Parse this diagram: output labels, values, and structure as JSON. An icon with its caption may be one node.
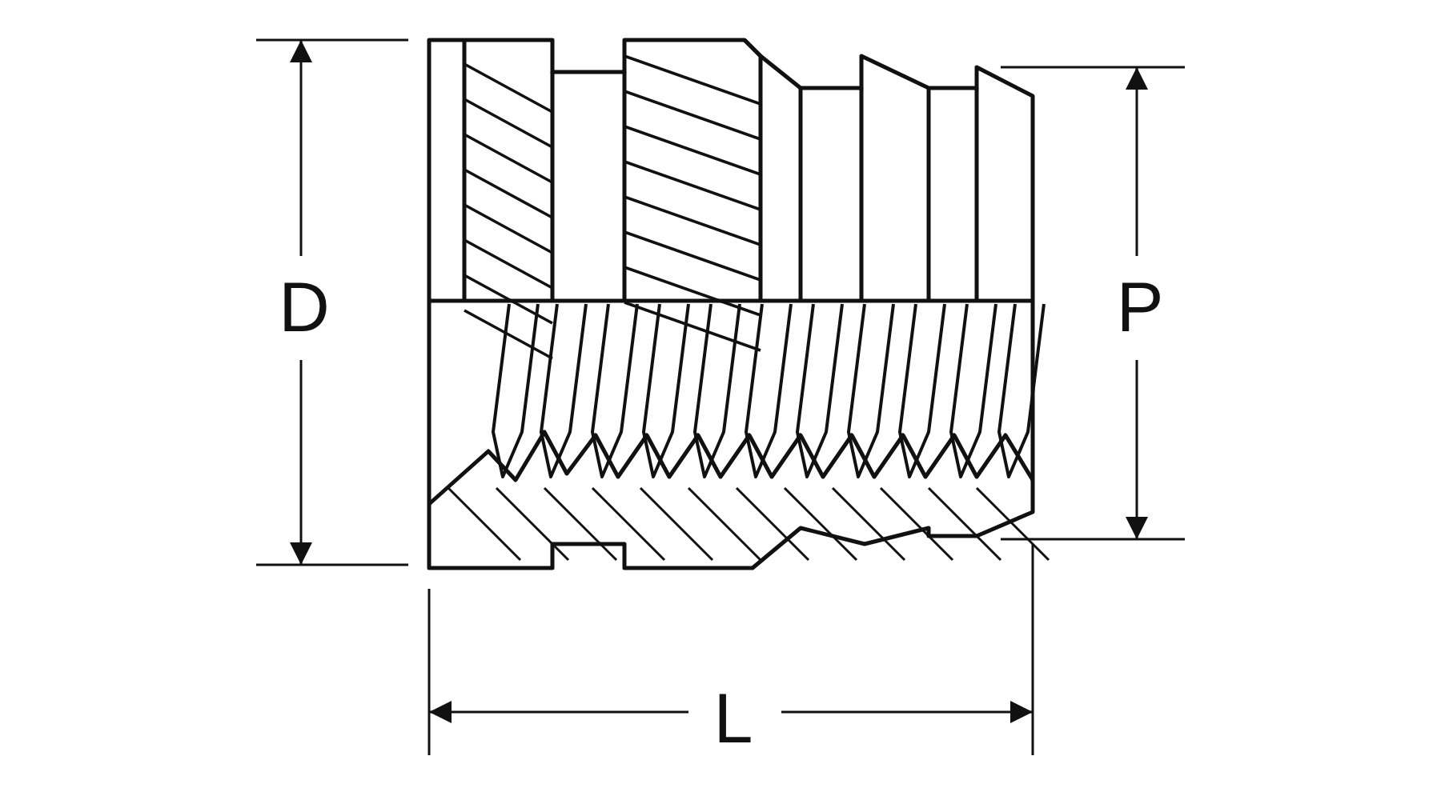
{
  "diagram": {
    "labels": [
      "D",
      "P",
      "L"
    ]
  }
}
